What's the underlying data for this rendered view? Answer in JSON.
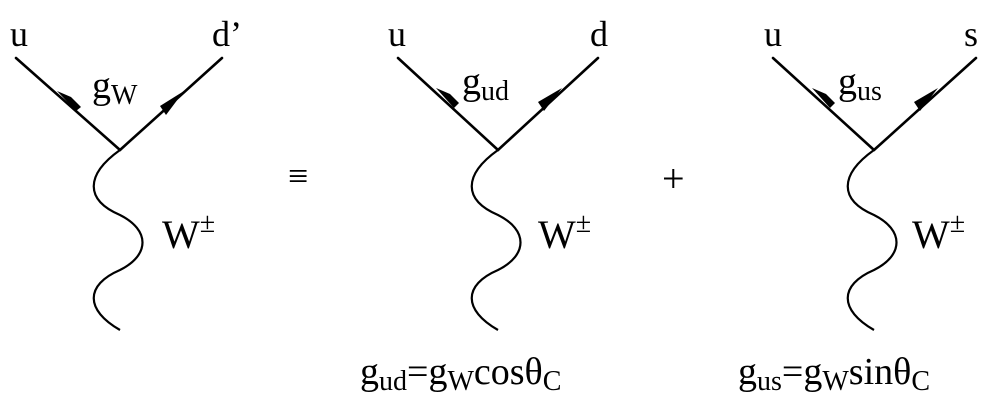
{
  "diagrams": [
    {
      "incoming": "u",
      "outgoing": "d’",
      "coupling": {
        "base": "g",
        "sub": "W"
      },
      "boson": {
        "base": "W",
        "sup": "±"
      }
    },
    {
      "incoming": "u",
      "outgoing": "d",
      "coupling": {
        "base": "g",
        "sub": "ud"
      },
      "boson": {
        "base": "W",
        "sup": "±"
      }
    },
    {
      "incoming": "u",
      "outgoing": "s",
      "coupling": {
        "base": "g",
        "sub": "us"
      },
      "boson": {
        "base": "W",
        "sup": "±"
      }
    }
  ],
  "operators": {
    "equiv": "≡",
    "plus": "+"
  },
  "equations": [
    {
      "lhs_base": "g",
      "lhs_sub": "ud",
      "eq": "=",
      "g_base": "g",
      "g_sub": "W",
      "func": "cos",
      "angle": "θ",
      "angle_sub": "C"
    },
    {
      "lhs_base": "g",
      "lhs_sub": "us",
      "eq": "=",
      "g_base": "g",
      "g_sub": "W",
      "func": "sin",
      "angle": "θ",
      "angle_sub": "C"
    }
  ]
}
